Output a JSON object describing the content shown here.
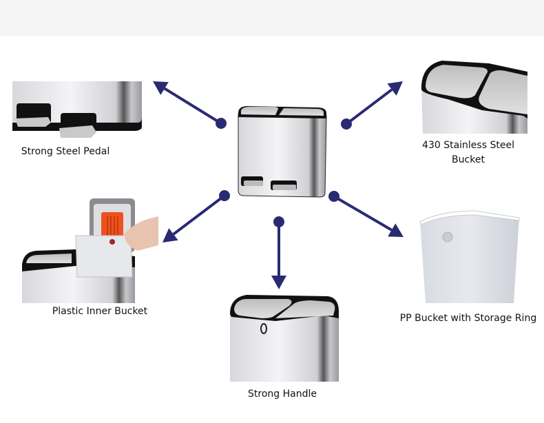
{
  "header": {
    "background": "#f5f5f5"
  },
  "diagram": {
    "arrow_color": "#2a2a72",
    "center_product": "dual-compartment-pedal-bin",
    "features": [
      {
        "id": "pedal",
        "label": "Strong Steel Pedal"
      },
      {
        "id": "steel",
        "label": "430 Stainless Steel Bucket"
      },
      {
        "id": "inner",
        "label": "Plastic Inner Bucket"
      },
      {
        "id": "handle",
        "label": "Strong Handle"
      },
      {
        "id": "pp",
        "label": "PP Bucket with Storage Ring"
      }
    ]
  },
  "labels": {
    "pedal": "Strong Steel Pedal",
    "steel_line1": "430 Stainless Steel",
    "steel_line2": "Bucket",
    "inner": "Plastic Inner Bucket",
    "handle": "Strong Handle",
    "pp": "PP Bucket with Storage Ring"
  }
}
